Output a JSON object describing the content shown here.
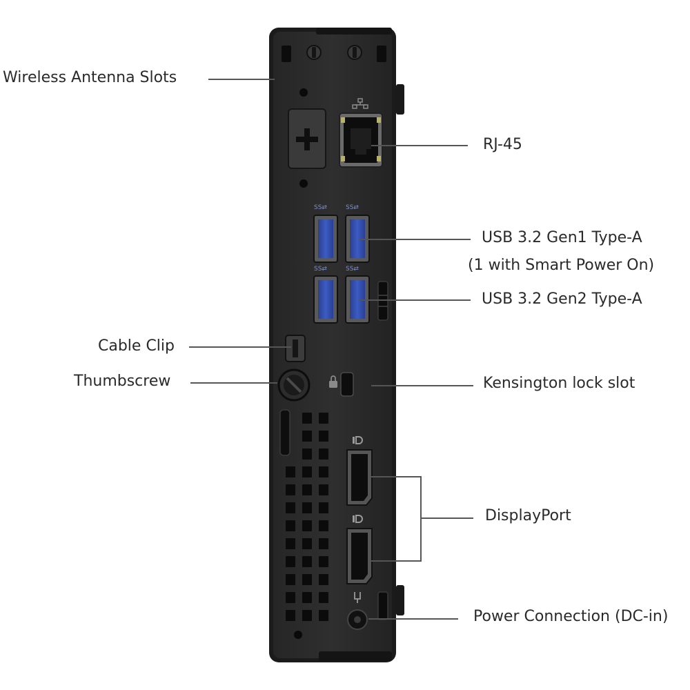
{
  "figure": {
    "labels": {
      "wireless": "Wireless Antenna Slots",
      "rj45": "RJ-45",
      "usb_gen1": "USB 3.2 Gen1 Type-A",
      "usb_gen1_note": "(1 with Smart Power On)",
      "usb_gen2": "USB 3.2 Gen2 Type-A",
      "cable_clip": "Cable Clip",
      "thumbscrew": "Thumbscrew",
      "kensington": "Kensington lock slot",
      "displayport": "DisplayPort",
      "power": "Power Connection (DC-in)"
    },
    "usb_badges": {
      "top_left": "SS⇄",
      "top_right": "SS⇄",
      "bottom_left": "SS⇄",
      "bottom_right": "SS⇄"
    },
    "colors": {
      "chassis": "#2b2b2b",
      "chassis_edge": "#1a1a1a",
      "usb_blue": "#2f4fa8",
      "port_black": "#0d0d0d",
      "leader_line": "#555555",
      "label_text": "#2a2a2a"
    },
    "icons": [
      "network-icon",
      "lock-icon",
      "displayport-icon",
      "power-plug-icon",
      "usb-superspeed-icon"
    ]
  }
}
